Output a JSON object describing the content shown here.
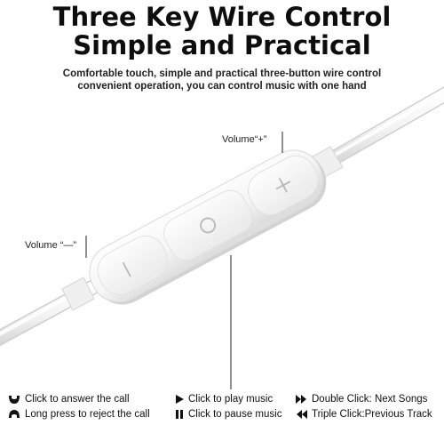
{
  "heading": {
    "line1": "Three Key Wire Control",
    "line2": "Simple and Practical"
  },
  "description": {
    "line1": "Comfortable touch, simple and practical three-button wire control",
    "line2": "convenient operation, you can control music with one hand"
  },
  "callouts": {
    "volume_up": "Volume“+”",
    "volume_down": "Volume “—”"
  },
  "legend": {
    "answer": {
      "label": "Click to answer the call",
      "icon": "phone-answer-icon"
    },
    "reject": {
      "label": "Long press to reject the call",
      "icon": "phone-reject-icon"
    },
    "play": {
      "label": "Click to play music",
      "icon": "play-icon"
    },
    "pause": {
      "label": "Click to pause music",
      "icon": "pause-icon"
    },
    "next": {
      "label": "Double Click: Next Songs",
      "icon": "fast-forward-icon"
    },
    "previous": {
      "label": "Triple Click:Previous Track",
      "icon": "rewind-icon"
    }
  },
  "colors": {
    "background": "#ffffff",
    "text": "#111111",
    "remote_body": "#f7f7f7"
  }
}
